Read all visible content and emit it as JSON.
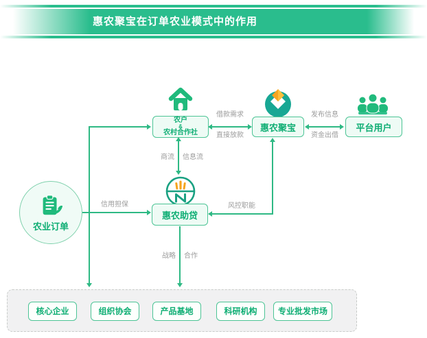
{
  "header": {
    "title": "惠农聚宝在订单农业模式中的作用"
  },
  "nodes": {
    "farmer": {
      "line1": "农户",
      "line2": "&",
      "line3": "农村合作社"
    },
    "jubao": {
      "label": "惠农聚宝"
    },
    "platform": {
      "label": "平台用户"
    },
    "zhudai": {
      "label": "惠农助贷"
    },
    "order": {
      "label": "农业订单"
    }
  },
  "edges": {
    "borrow_demand": "借款需求",
    "direct_lending": "直接放款",
    "publish_info": "发布信息",
    "funds_lending": "资金出借",
    "commerce_flow": "商流",
    "info_flow": "信息流",
    "credit_guarantee": "信用担保",
    "risk_control": "风控职能",
    "strategy": "战略",
    "cooperation": "合作"
  },
  "partners": {
    "items": [
      "核心企业",
      "组织协会",
      "产品基地",
      "科研机构",
      "专业批发市场"
    ]
  },
  "icons": {
    "farmer": "house-icon",
    "jubao": "jubao-logo-icon",
    "platform": "users-group-icon",
    "zhudai": "wheat-emblem-icon",
    "order": "clipboard-order-icon"
  },
  "colors": {
    "accent_green": "#2abd8d",
    "node_text_green": "#0fae74",
    "logo_teal": "#18a794",
    "logo_orange": "#f6a41f",
    "label_gray": "#9c9c9c"
  }
}
